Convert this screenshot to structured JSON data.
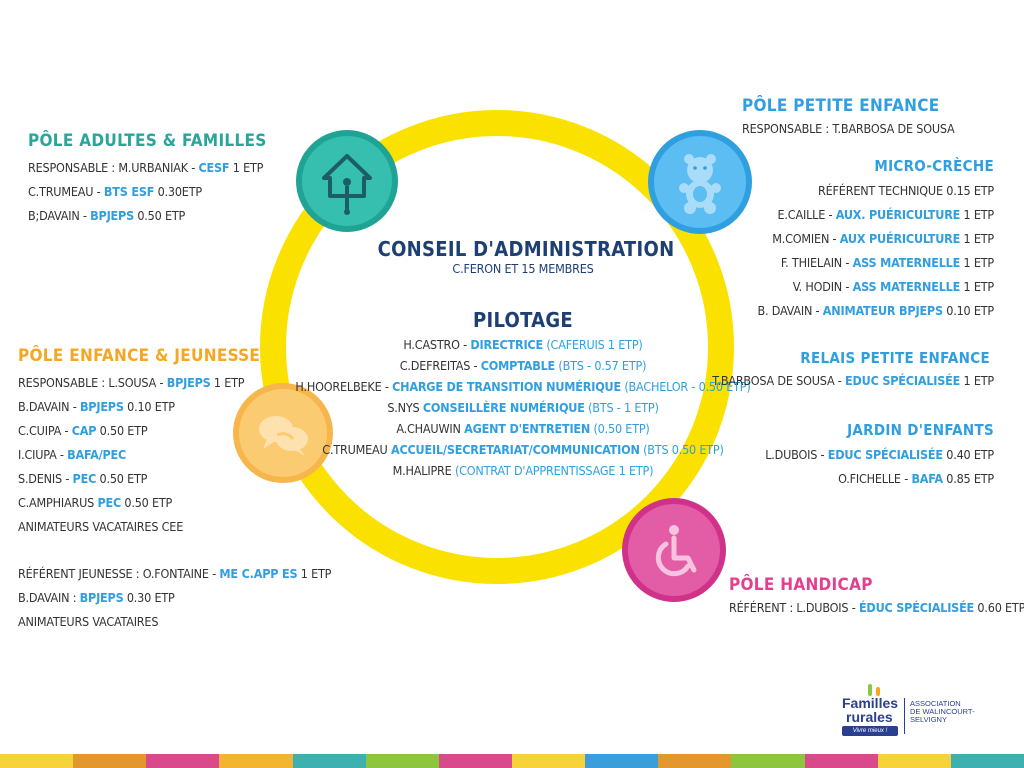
{
  "center": {
    "title": "CONSEIL D'ADMINISTRATION",
    "subtitle": "C.FERON ET 15 MEMBRES",
    "pilotage_title": "PILOTAGE",
    "pilotage": [
      {
        "a": "H.CASTRO - ",
        "b": "DIRECTRICE",
        "c": " (CAFERUIS 1 ETP)"
      },
      {
        "a": "C.DEFREITAS -  ",
        "b": "COMPTABLE",
        "c": " (BTS - 0.57 ETP)"
      },
      {
        "a": "H.HOORELBEKE - ",
        "b": "CHARGE DE TRANSITION NUMÉRIQUE",
        "c": " (BACHELOR - 0.50 ETP)"
      },
      {
        "a": "S.NYS ",
        "b": "CONSEILLÈRE NUMÉRIQUE",
        "c": " (BTS - 1 ETP)"
      },
      {
        "a": "A.CHAUWIN ",
        "b": "AGENT D'ENTRETIEN",
        "c": " (0.50 ETP)"
      },
      {
        "a": "C.TRUMEAU ",
        "b": "ACCUEIL/SECRETARIAT/COMMUNICATION",
        "c": " (BTS 0.50 ETP)"
      },
      {
        "a": "M.HALIPRE ",
        "b": "",
        "c": "(CONTRAT D'APPRENTISSAGE 1 ETP)"
      }
    ]
  },
  "adultes": {
    "title": "PÔLE ADULTES & FAMILLES",
    "lines": [
      {
        "a": "RESPONSABLE : M.URBANIAK - ",
        "b": "CESF",
        "c": " 1 ETP"
      },
      {
        "a": "C.TRUMEAU - ",
        "b": "BTS ESF",
        "c": " 0.30ETP"
      },
      {
        "a": "B;DAVAIN - ",
        "b": "BPJEPS",
        "c": " 0.50 ETP"
      }
    ]
  },
  "enfance_jeunesse": {
    "title": "PÔLE ENFANCE & JEUNESSE",
    "lines": [
      {
        "a": "RESPONSABLE : L.SOUSA - ",
        "b": "BPJEPS",
        "c": " 1 ETP"
      },
      {
        "a": "B.DAVAIN - ",
        "b": "BPJEPS",
        "c": " 0.10 ETP"
      },
      {
        "a": "C.CUIPA - ",
        "b": "CAP",
        "c": " 0.50 ETP"
      },
      {
        "a": "I.CIUPA - ",
        "b": "BAFA/PEC",
        "c": ""
      },
      {
        "a": "S.DENIS - ",
        "b": "PEC",
        "c": " 0.50 ETP"
      },
      {
        "a": "C.AMPHIARUS ",
        "b": "PEC",
        "c": " 0.50 ETP"
      },
      {
        "a": "ANIMATEURS VACATAIRES CEE",
        "b": "",
        "c": ""
      }
    ],
    "lines2": [
      {
        "a": "RÉFÉRENT JEUNESSE : O.FONTAINE - ",
        "b": "ME C.APP ES",
        "c": " 1 ETP"
      },
      {
        "a": "B.DAVAIN : ",
        "b": "BPJEPS",
        "c": " 0.30 ETP"
      },
      {
        "a": "ANIMATEURS VACATAIRES",
        "b": "",
        "c": ""
      }
    ]
  },
  "petite_enfance": {
    "title": "PÔLE PETITE ENFANCE",
    "responsable": "RESPONSABLE : T.BARBOSA DE SOUSA",
    "micro_title": "MICRO-CRÈCHE",
    "micro": [
      {
        "a": "RÉFÉRENT TECHNIQUE 0.15 ETP",
        "b": "",
        "c": ""
      },
      {
        "a": "E.CAILLE - ",
        "b": "AUX. PUÉRICULTURE",
        "c": " 1 ETP "
      },
      {
        "a": "M.COMIEN - ",
        "b": "AUX PUÉRICULTURE",
        "c": " 1 ETP"
      },
      {
        "a": "F. THIELAIN - ",
        "b": "ASS MATERNELLE",
        "c": " 1 ETP"
      },
      {
        "a": "V. HODIN - ",
        "b": "ASS MATERNELLE",
        "c": " 1 ETP"
      },
      {
        "a": "B. DAVAIN - ",
        "b": "ANIMATEUR BPJEPS",
        "c": " 0.10 ETP"
      }
    ],
    "relais_title": "RELAIS PETITE ENFANCE",
    "relais": [
      {
        "a": "T.BARBOSA DE SOUSA - ",
        "b": "EDUC SPÉCIALISÉE",
        "c": " 1 ETP"
      }
    ],
    "jardin_title": "JARDIN D'ENFANTS",
    "jardin": [
      {
        "a": "L.DUBOIS - ",
        "b": "EDUC SPÉCIALISÉE",
        "c": " 0.40 ETP"
      },
      {
        "a": "O.FICHELLE - ",
        "b": "BAFA",
        "c": " 0.85 ETP"
      }
    ]
  },
  "handicap": {
    "title": "PÔLE HANDICAP",
    "lines": [
      {
        "a": "RÉFÉRENT : L.DUBOIS - ",
        "b": "ÉDUC SPÉCIALISÉE",
        "c": " 0.60 ETP"
      }
    ]
  },
  "logo": {
    "word1": "Familles",
    "word2": "rurales",
    "tagline": "Vivre mieux !",
    "assoc1": "ASSOCIATION",
    "assoc2": "DE WALINCOURT-",
    "assoc3": "SELVIGNY"
  },
  "colors": {
    "ring": "#fbe100",
    "teal": "#2aa59a",
    "blue": "#2f9fe0",
    "orange": "#f5a623",
    "pink": "#e23f8f",
    "navy": "#1e3f73"
  },
  "icons": [
    "birdhouse-icon",
    "teddy-bear-icon",
    "speech-bubbles-icon",
    "wheelchair-icon"
  ]
}
